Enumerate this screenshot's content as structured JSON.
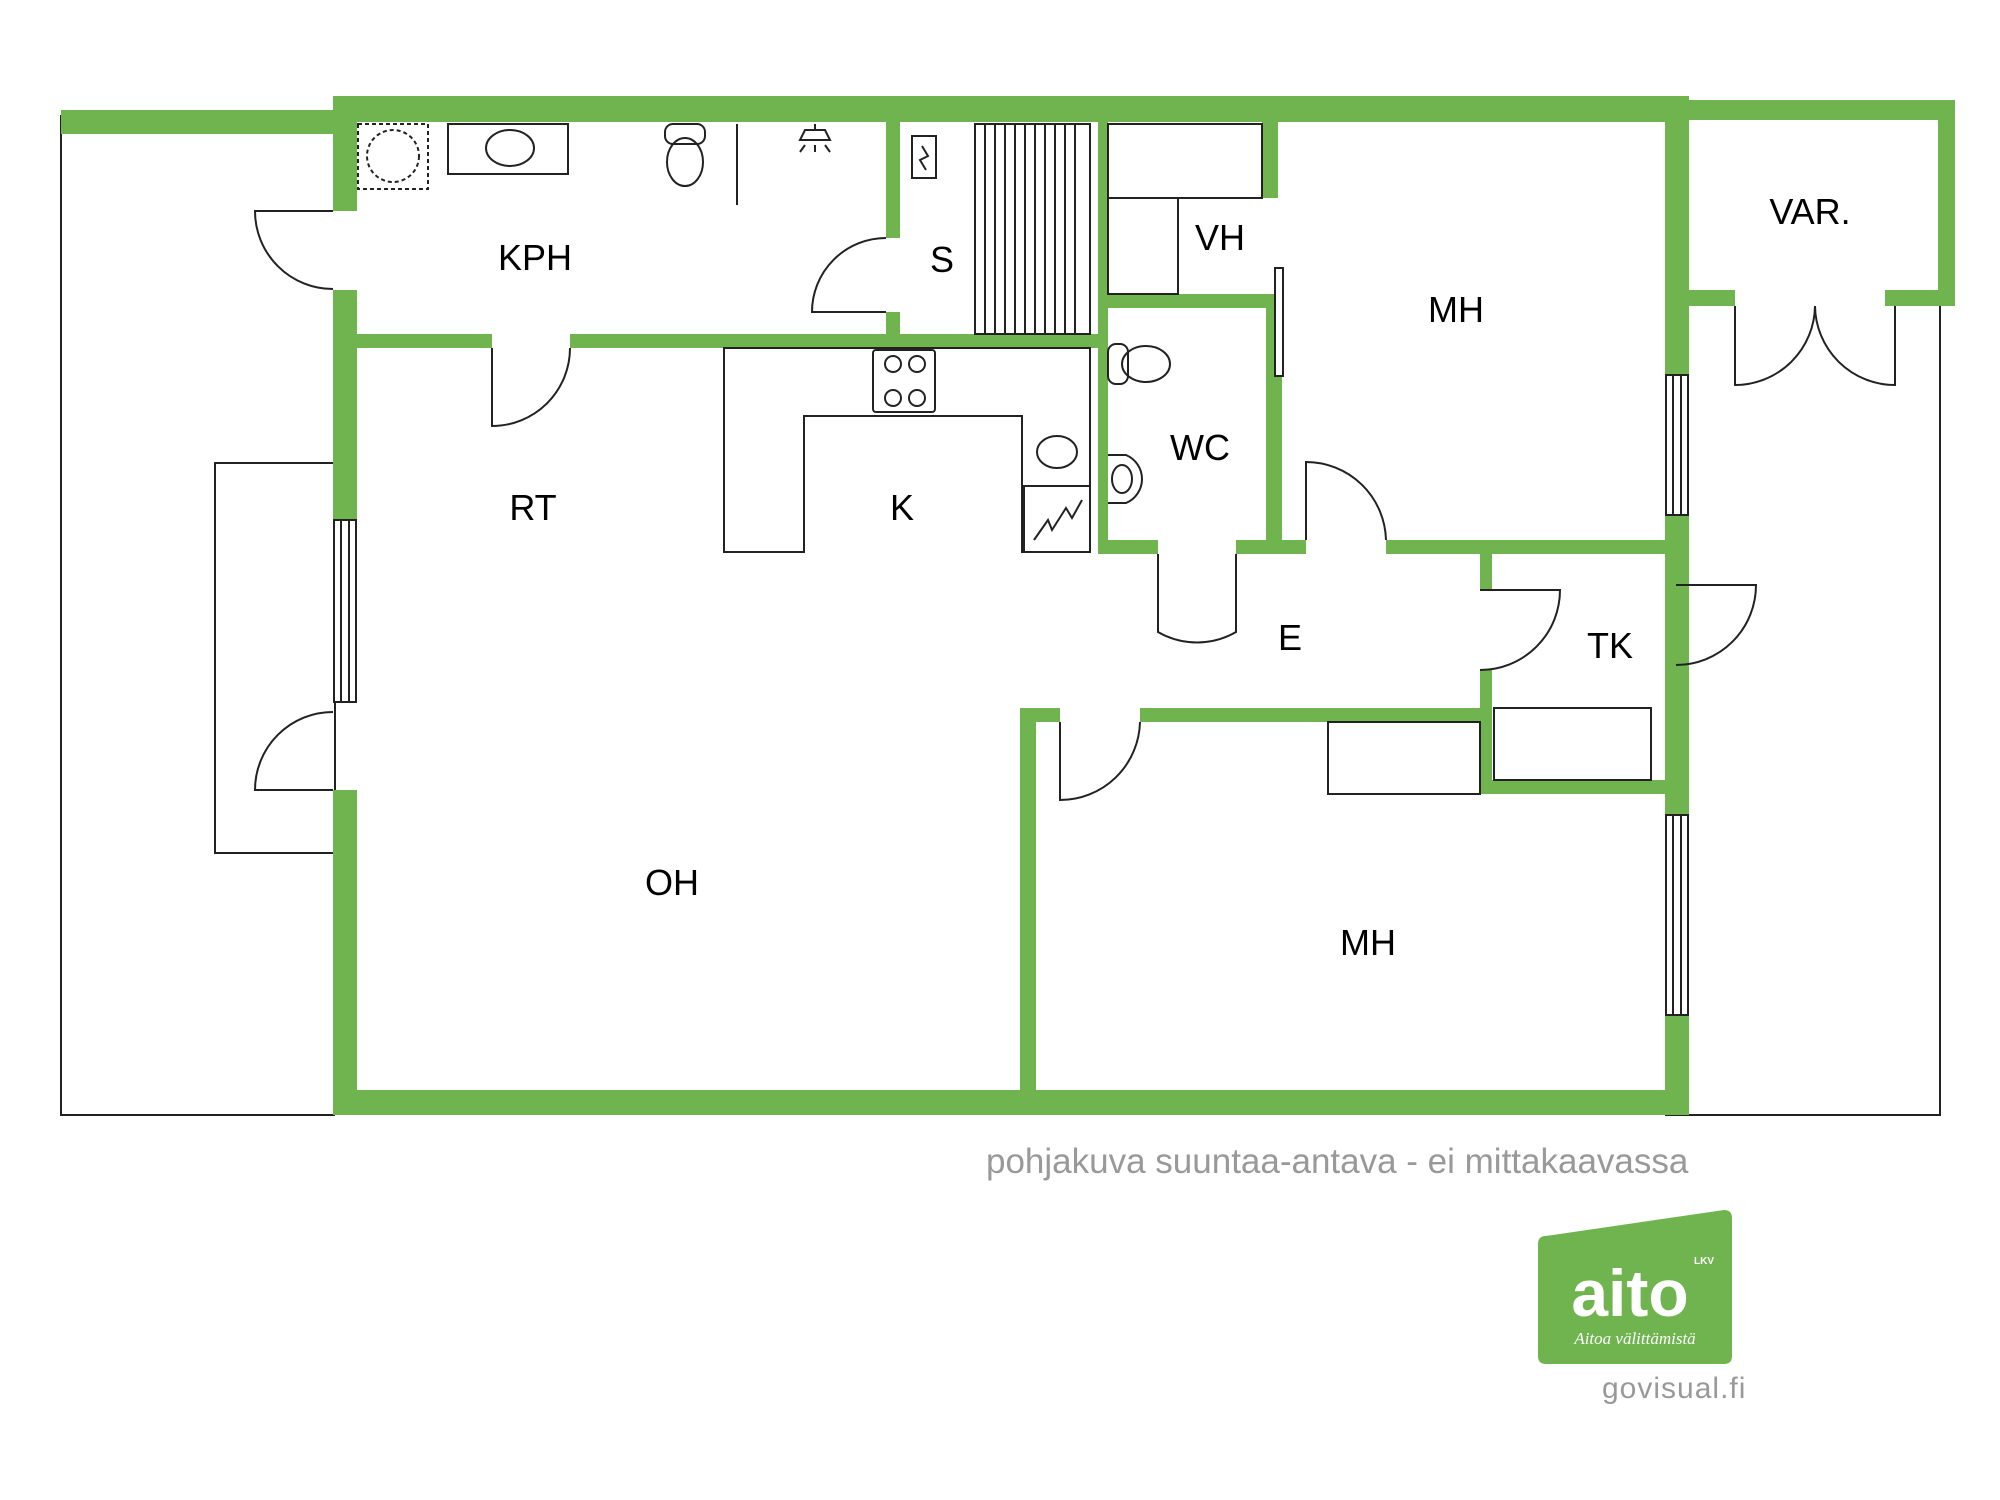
{
  "colors": {
    "wall": "#70b450",
    "line": "#222222",
    "caption": "#999999"
  },
  "rooms": {
    "kph": "KPH",
    "s": "S",
    "vh": "VH",
    "mh_upper": "MH",
    "var": "VAR.",
    "rt": "RT",
    "k": "K",
    "wc": "WC",
    "e": "E",
    "tk": "TK",
    "oh": "OH",
    "mh_lower": "MH"
  },
  "caption": "pohjakuva suuntaa-antava - ei mittakaavassa",
  "logo": {
    "name": "aito",
    "badge": "LKV",
    "tagline": "Aitoa välittämistä"
  },
  "credit": "govisual.fi"
}
